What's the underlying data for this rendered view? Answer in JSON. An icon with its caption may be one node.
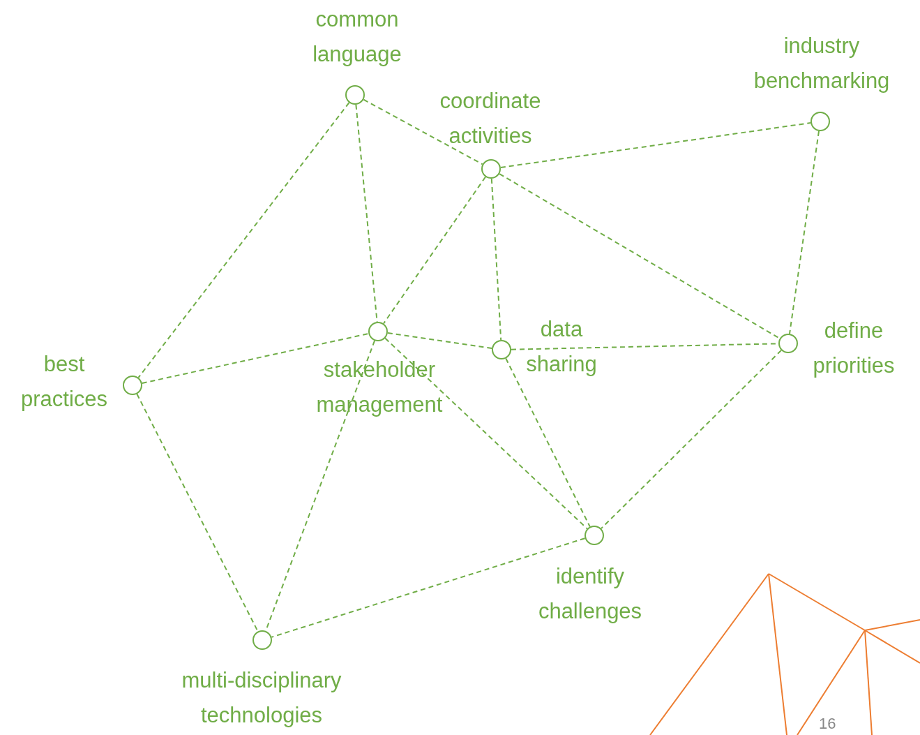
{
  "diagram": {
    "nodes": [
      {
        "text": [
          "common language"
        ]
      },
      {
        "text": [
          "coordinate activities"
        ]
      },
      {
        "text": [
          "industry benchmarking"
        ]
      },
      {
        "text": [
          "best practices"
        ]
      },
      {
        "text": [
          "stakeholder management"
        ]
      },
      {
        "text": [
          "data sharing"
        ]
      },
      {
        "text": [
          "define priorities"
        ]
      },
      {
        "text": [
          "identify challenges"
        ]
      },
      {
        "text": [
          "multi-disciplinary technologies"
        ]
      }
    ],
    "edges": [
      {
        "from": 0,
        "to": 1,
        "arrow": "none",
        "style": "dashed"
      },
      {
        "from": 0,
        "to": 4,
        "arrow": "none",
        "style": "dashed"
      },
      {
        "from": 0,
        "to": 3,
        "arrow": "none",
        "style": "dashed"
      },
      {
        "from": 1,
        "to": 2,
        "arrow": "none",
        "style": "dashed"
      },
      {
        "from": 1,
        "to": 4,
        "arrow": "none",
        "style": "dashed"
      },
      {
        "from": 1,
        "to": 5,
        "arrow": "none",
        "style": "dashed"
      },
      {
        "from": 1,
        "to": 6,
        "arrow": "none",
        "style": "dashed"
      },
      {
        "from": 2,
        "to": 6,
        "arrow": "none",
        "style": "dashed"
      },
      {
        "from": 3,
        "to": 4,
        "arrow": "none",
        "style": "dashed"
      },
      {
        "from": 3,
        "to": 8,
        "arrow": "none",
        "style": "dashed"
      },
      {
        "from": 4,
        "to": 5,
        "arrow": "none",
        "style": "dashed"
      },
      {
        "from": 4,
        "to": 7,
        "arrow": "none",
        "style": "dashed"
      },
      {
        "from": 4,
        "to": 8,
        "arrow": "none",
        "style": "dashed"
      },
      {
        "from": 5,
        "to": 6,
        "arrow": "none",
        "style": "dashed"
      },
      {
        "from": 5,
        "to": 7,
        "arrow": "none",
        "style": "dashed"
      },
      {
        "from": 6,
        "to": 7,
        "arrow": "none",
        "style": "dashed"
      },
      {
        "from": 7,
        "to": 8,
        "arrow": "none",
        "style": "dashed"
      }
    ],
    "labels": [
      "16"
    ]
  }
}
